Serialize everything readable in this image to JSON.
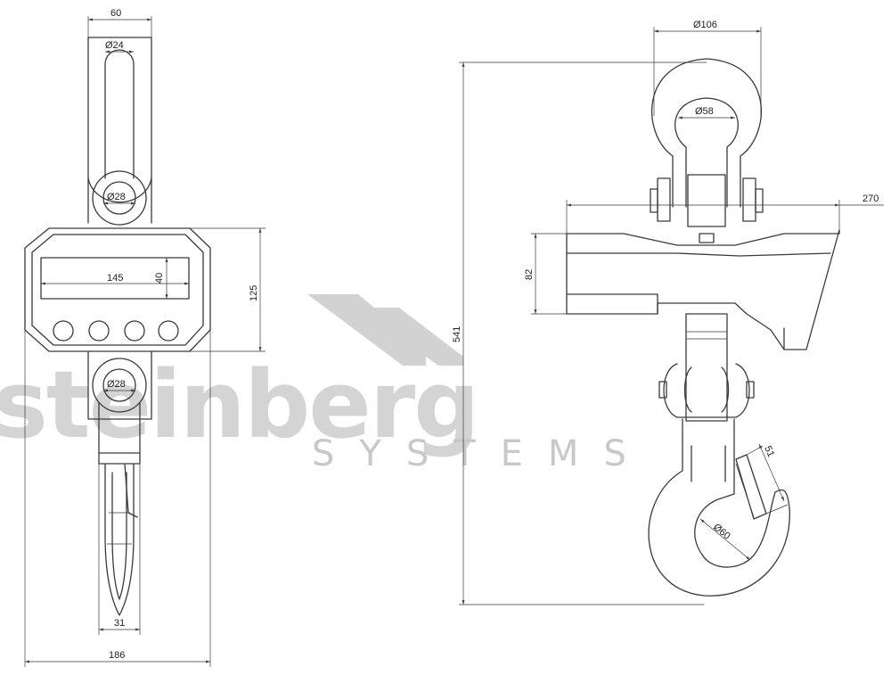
{
  "watermark": {
    "brand": "steinberg",
    "tagline": "SYSTEMS"
  },
  "dimensions": {
    "top_width": "60",
    "shackle_inner_front": "Ø24",
    "pin_upper": "Ø28",
    "display_width": "145",
    "display_height": "40",
    "body_height": "125",
    "pin_lower": "Ø28",
    "hook_width_front": "31",
    "overall_width": "186",
    "shackle_outer": "Ø106",
    "shackle_inner": "Ø58",
    "body_length": "270",
    "body_depth": "82",
    "overall_height": "541",
    "hook_opening": "51",
    "hook_throat": "Ø60"
  }
}
